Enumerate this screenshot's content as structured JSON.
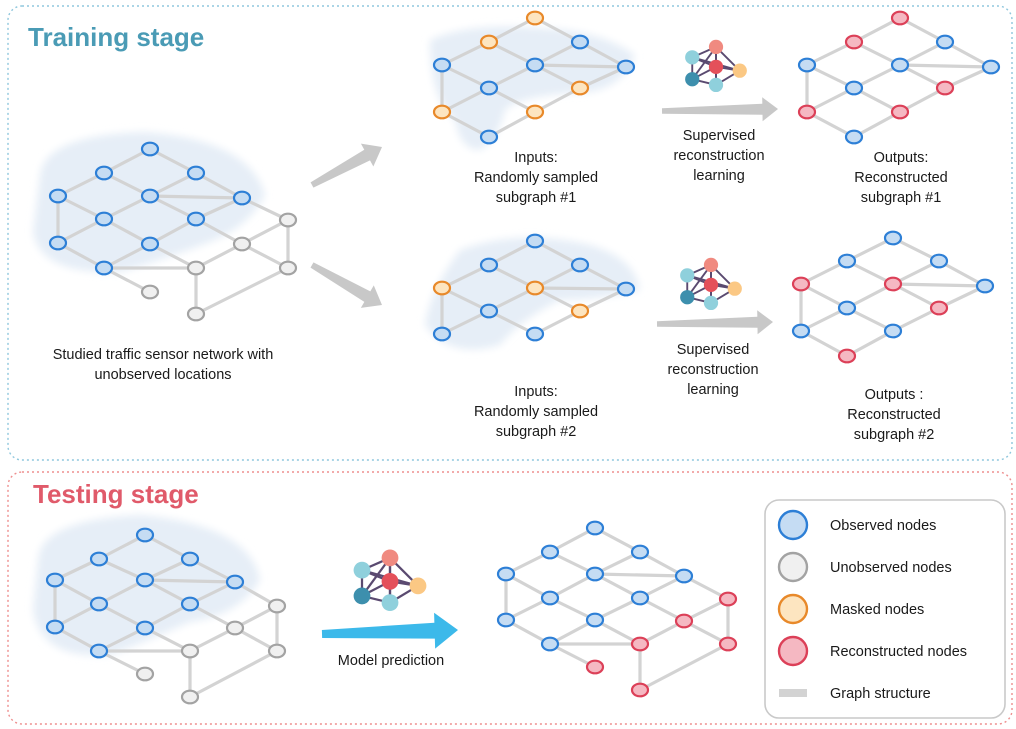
{
  "training": {
    "title": "Training stage",
    "source_caption": [
      "Studied traffic sensor network with",
      "unobserved locations"
    ],
    "row1": {
      "input_caption": [
        "Inputs:",
        "Randomly sampled",
        "subgraph #1"
      ],
      "method_caption": [
        "Supervised",
        "reconstruction",
        "learning"
      ],
      "output_caption": [
        "Outputs:",
        "Reconstructed",
        "subgraph #1"
      ]
    },
    "row2": {
      "input_caption": [
        "Inputs:",
        "Randomly sampled",
        "subgraph #2"
      ],
      "method_caption": [
        "Supervised",
        "reconstruction",
        "learning"
      ],
      "output_caption": [
        "Outputs :",
        "Reconstructed",
        "subgraph #2"
      ]
    }
  },
  "testing": {
    "title": "Testing stage",
    "model_caption": "Model prediction"
  },
  "legend": {
    "items": [
      {
        "label": "Observed nodes",
        "type": "observed"
      },
      {
        "label": "Unobserved nodes",
        "type": "unobserved"
      },
      {
        "label": "Masked nodes",
        "type": "masked"
      },
      {
        "label": "Reconstructed nodes",
        "type": "reconstructed"
      },
      {
        "label": "Graph structure",
        "type": "edge"
      }
    ]
  },
  "colors": {
    "training_title": "#4a9bb5",
    "testing_title": "#e05a6a",
    "training_border": "#8fc7dd",
    "testing_border": "#ee8f8f",
    "observed_fill": "#c5dcf3",
    "observed_stroke": "#2d7fd6",
    "unobserved_fill": "#f0f0f0",
    "unobserved_stroke": "#a3a3a3",
    "masked_fill": "#fde5c0",
    "masked_stroke": "#e8892a",
    "reconstructed_fill": "#f5b8c2",
    "reconstructed_stroke": "#dc4058",
    "edge": "#d3d3d3",
    "highlight_blob": "#e6eef7",
    "arrow_gray": "#c8c8c8",
    "arrow_blue": "#3cb9ea"
  },
  "model_icon_colors": [
    "#f08a80",
    "#8fd0dc",
    "#e4505a",
    "#fbc884",
    "#3d8fad",
    "#8fd0dc"
  ]
}
